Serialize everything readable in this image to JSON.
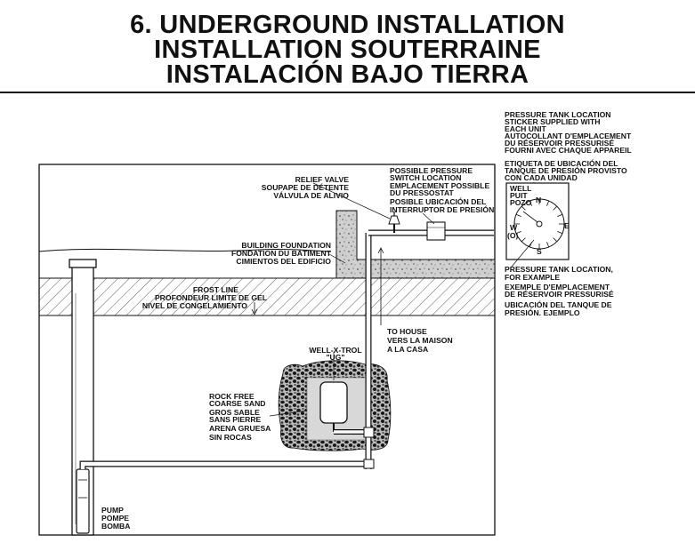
{
  "title": {
    "line1": "6. UNDERGROUND INSTALLATION",
    "line2": "INSTALLATION SOUTERRAINE",
    "line3": "INSTALACIÓN BAJO TIERRA"
  },
  "labels": {
    "sticker": [
      "PRESSURE TANK LOCATION",
      "STICKER SUPPLIED WITH",
      "EACH UNIT",
      "AUTOCOLLANT D'EMPLACEMENT",
      "DU RÉSERVOIR PRESSURISÉ",
      "FOURNI AVEC CHAQUE APPAREIL",
      "ETIQUETA DE UBICACIÓN DEL",
      "TANQUE DE PRESIÓN PROVISTO",
      "CON CADA UNIDAD"
    ],
    "relief_valve": [
      "RELIEF VALVE",
      "SOUPAPE DE DÉTENTE",
      "VÁLVULA DE ALIVIO"
    ],
    "pressure_switch": [
      "POSSIBLE PRESSURE",
      "SWITCH LOCATION",
      "EMPLACEMENT POSSIBLE",
      "DU PRESSOSTAT",
      "POSIBLE UBICACIÓN DEL",
      "INTERRUPTOR DE PRESIÓN"
    ],
    "foundation": [
      "BUILDING FOUNDATION",
      "FONDATION DU BÂTIMENT",
      "CIMIENTOS DEL EDIFICIO"
    ],
    "frost_line": [
      "FROST LINE",
      "PROFONDEUR LIMITE DE GEL",
      "NIVEL DE CONGELAMIENTO"
    ],
    "to_house": [
      "TO HOUSE",
      "VERS LA MAISON",
      "A LA CASA"
    ],
    "tank_name": [
      "WELL-X-TROL",
      "\"UG\""
    ],
    "sand": [
      "ROCK FREE",
      "COARSE SAND",
      "GROS SABLE",
      "SANS PIERRE",
      "ARENA GRUESA",
      "SIN ROCAS"
    ],
    "pump": [
      "PUMP",
      "POMPE",
      "BOMBA"
    ],
    "example": [
      "PRESSURE TANK LOCATION,",
      "FOR EXAMPLE",
      "EXEMPLE D'EMPLACEMENT",
      "DE RÉSERVOIR PRESSURISÉ",
      "UBICACIÓN DEL TANQUE DE",
      "PRESIÓN. EJEMPLO"
    ],
    "compass_well": [
      "WELL",
      "PUIT",
      "POZO"
    ],
    "compass": {
      "n": "N",
      "e": "E",
      "s": "S",
      "w": "W",
      "o": "(O)"
    }
  }
}
